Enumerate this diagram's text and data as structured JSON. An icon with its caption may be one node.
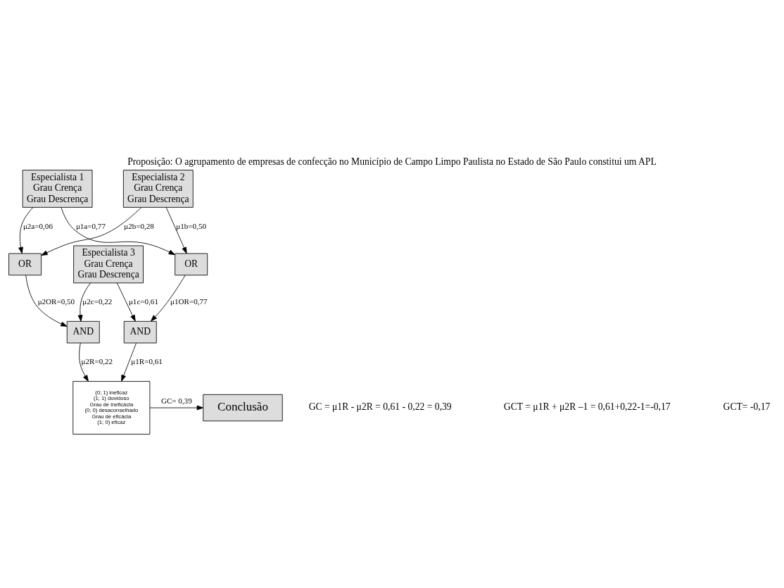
{
  "diagram": {
    "title": "Proposição: O agrupamento de empresas de confecção no Município de Campo Limpo Paulista no Estado de São Paulo constitui um APL",
    "nodes": [
      {
        "text": [
          "Especialista 1",
          "Grau Crença",
          "Grau Descrença"
        ]
      },
      {
        "text": [
          "Especialista 2",
          "Grau Crença",
          "Grau Descrença"
        ]
      },
      {
        "text": [
          "Especialista 3",
          "Grau Crença",
          "Grau Descrença"
        ]
      },
      {
        "text": [
          "OR"
        ]
      },
      {
        "text": [
          "OR"
        ]
      },
      {
        "text": [
          "AND"
        ]
      },
      {
        "text": [
          "AND"
        ]
      },
      {
        "text": [
          "(0; 1) ineficaz",
          "(1; 1) duvidoso",
          "Grau de ineficácia",
          "(0; 0) desaconselhado",
          "Grau de eficácia",
          "(1; 0) eficaz"
        ]
      },
      {
        "text": [
          "Conclusão"
        ]
      }
    ],
    "edges": [
      {
        "from": 0,
        "to": 3,
        "arrow": "to",
        "label": "μ1a=0,77"
      },
      {
        "from": 1,
        "to": 3,
        "arrow": "to",
        "label": "μ1b=0,50"
      },
      {
        "from": 0,
        "to": 4,
        "arrow": "to",
        "label": "μ2a=0,06"
      },
      {
        "from": 1,
        "to": 4,
        "arrow": "to",
        "label": "μ2b=0,28"
      },
      {
        "from": 3,
        "to": 5,
        "arrow": "to",
        "label": "μ1OR=0,77"
      },
      {
        "from": 2,
        "to": 5,
        "arrow": "to",
        "label": "μ1c=0,61"
      },
      {
        "from": 4,
        "to": 6,
        "arrow": "to",
        "label": "μ2OR=0,50"
      },
      {
        "from": 2,
        "to": 6,
        "arrow": "to",
        "label": "μ2c=0,22"
      },
      {
        "from": 5,
        "to": 7,
        "arrow": "to",
        "label": "μ1R=0,61"
      },
      {
        "from": 6,
        "to": 7,
        "arrow": "to",
        "label": "μ2R=0,22"
      },
      {
        "from": 7,
        "to": 8,
        "arrow": "to",
        "label": "GC= 0,39"
      }
    ],
    "labels": [
      "GC = μ1R - μ2R = 0,61 - 0,22 = 0,39",
      "GCT = μ1R + μ2R –1 = 0,61+0,22-1=-0,17",
      "GCT= -0,17"
    ]
  }
}
